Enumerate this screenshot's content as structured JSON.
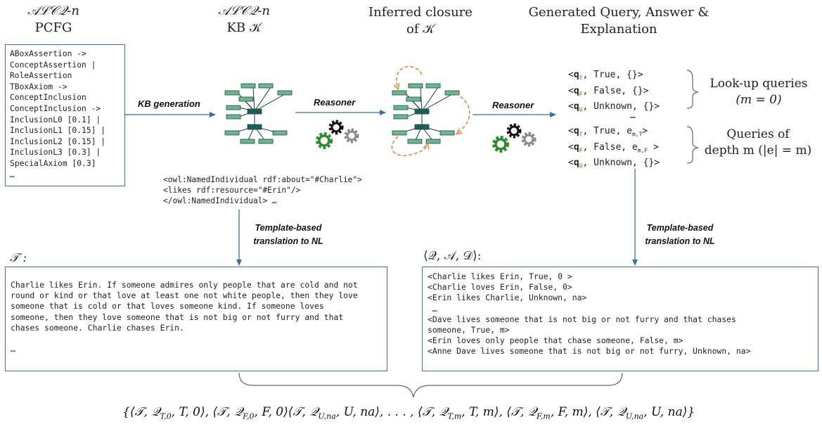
{
  "headings": {
    "pcfg_line1": "𝒜ℒ𝒞𝒬-n",
    "pcfg_line2": "PCFG",
    "kb_line1": "𝒜ℒ𝒞𝒬-n",
    "kb_line2": "KB 𝒦",
    "closure_line1": "Inferred closure",
    "closure_line2": "of 𝒦",
    "gen_line1": "Generated Query, Answer &",
    "gen_line2": "Explanation"
  },
  "pcfg_lines": [
    "ABoxAssertion ->",
    "ConceptAssertion |",
    "RoleAssertion",
    "TBoxAxiom ->",
    "ConceptInclusion",
    "ConceptInclusion ->",
    "InclusionL0 [0.1] |",
    "InclusionL1 [0.15] |",
    "InclusionL2 [0.15] |",
    "InclusionL3 [0.3] |",
    "SpecialAxiom [0.3]",
    "…"
  ],
  "arrows": {
    "kb_generation": "KB generation",
    "reasoner1": "Reasoner",
    "reasoner2": "Reasoner",
    "template_left_1": "Template-based",
    "template_left_2": "translation to NL",
    "template_right_1": "Template-based",
    "template_right_2": "translation to NL"
  },
  "owl_lines": [
    "<owl:NamedIndividual rdf:about=\"#Charlie\">",
    "<likes rdf:resource=\"#Erin\"/>",
    "</owl:NamedIndividual> …"
  ],
  "queries": {
    "lookup": [
      {
        "open": "<",
        "q": "q",
        "sub": "T",
        "rest": ", True, {}>"
      },
      {
        "open": "<",
        "q": "q",
        "sub": "F",
        "rest": ", False, {}>"
      },
      {
        "open": "<",
        "q": "q",
        "sub": "U",
        "rest": ", Unknown, {}>"
      }
    ],
    "ellipsis": "…",
    "depth": [
      {
        "open": "<",
        "q": "q",
        "sub": "T",
        "rest": ", True, e",
        "esub": "m,T",
        "close": ">"
      },
      {
        "open": "<",
        "q": "q",
        "sub": "F",
        "rest": ", False, e",
        "esub": "m,F",
        "close": " >"
      },
      {
        "open": "<",
        "q": "q",
        "sub": "U",
        "rest": ", Unknown, {}>",
        "esub": "",
        "close": ""
      }
    ],
    "lookup_label_1": "Look-up queries",
    "lookup_label_2": "(m = 0)",
    "depth_label_1": "Queries of",
    "depth_label_2": "depth m (|e| = m)"
  },
  "t_box": {
    "label": "𝒯 :",
    "text": "Charlie likes Erin. If someone admires only people that are cold and not\nround or kind or that love at least one not white people, then they love\nsomeone that is cold or that loves someone kind. If someone loves\nsomeone, then they love someone that is not big or not furry and that\nchases someone. Charlie chases Erin.\n\n…"
  },
  "qad_box": {
    "label": "⟨𝒬, 𝒜, 𝒟⟩:",
    "lines": [
      "<Charlie likes Erin, True, 0 >",
      "<Charlie loves Erin, False, 0>",
      "<Erin likes Charlie, Unknown, na>",
      " …",
      "<Dave lives someone that is not big or not furry and that chases",
      "someone, True, m>",
      "<Erin loves only people that chase someone, False, m>",
      "<Anne Dave lives someone that is not big or not furry, Unknown, na>"
    ]
  },
  "formula": "{⟨𝒯, 𝒬T,0, T, 0⟩, ⟨𝒯, 𝒬F,0, F, 0⟩⟨𝒯, 𝒬U,na, U, na⟩, . . . , ⟨𝒯, 𝒬T,m, T, m⟩, ⟨𝒯, 𝒬F,m, F, m⟩, ⟨𝒯, 𝒬U,na, U, na⟩}",
  "formula_parts": [
    {
      "t": "{⟨𝒯, 𝒬",
      "s": "T,0"
    },
    {
      "t": ", T, 0⟩, ⟨𝒯, 𝒬",
      "s": "F,0"
    },
    {
      "t": ", F, 0⟩⟨𝒯, 𝒬",
      "s": "U,na"
    },
    {
      "t": ", U, na⟩, . . . , ⟨𝒯, 𝒬",
      "s": "T,m"
    },
    {
      "t": ", T, m⟩, ⟨𝒯, 𝒬",
      "s": "F,m"
    },
    {
      "t": ", F, m⟩, ⟨𝒯, 𝒬",
      "s": "U,na"
    },
    {
      "t": ", U, na⟩}",
      "s": ""
    }
  ],
  "colors": {
    "box_border": "#3a6ea5",
    "node_fill": "#6db58f",
    "node_dark": "#1f5c5a",
    "inferred_arrow": "#d98a4a",
    "gear_green": "#2f8a2f",
    "gear_black": "#111111",
    "gear_gray": "#8a8a8a"
  }
}
